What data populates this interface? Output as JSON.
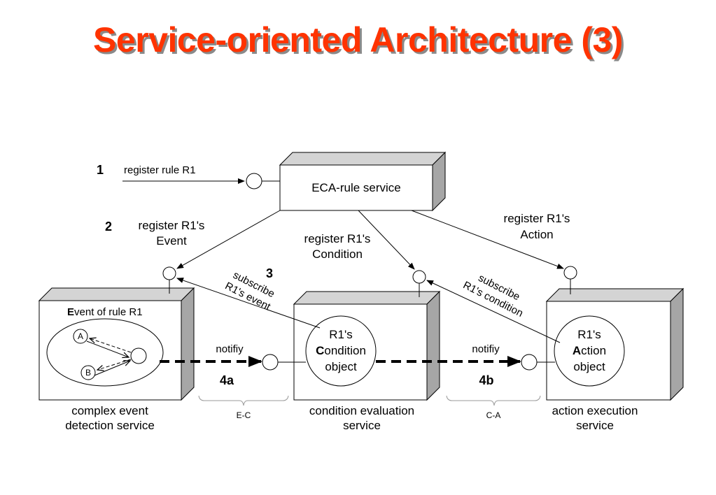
{
  "title": "Service-oriented Architecture (3)",
  "colors": {
    "title": "#ff3300",
    "shadow": "#8a8a8a",
    "box_side": "#a6a6a6",
    "box_top": "#d4d4d4"
  },
  "steps": {
    "s1": "1",
    "s2": "2",
    "s3": "3",
    "s4a": "4a",
    "s4b": "4b"
  },
  "labels": {
    "register_rule": "register rule R1",
    "eca_service": "ECA-rule service",
    "register_event_1": "register R1's",
    "register_event_2": "Event",
    "register_condition_1": "register R1's",
    "register_condition_2": "Condition",
    "register_action_1": "register R1's",
    "register_action_2": "Action",
    "subscribe_event_1": "subscribe",
    "subscribe_event_2": "R1's event",
    "subscribe_condition_1": "subscribe",
    "subscribe_condition_2": "R1's condition",
    "event_of_rule_initial": "E",
    "event_of_rule_rest": "vent of rule R1",
    "node_a": "A",
    "node_b": "B",
    "condition_obj_1": "R1's",
    "condition_obj_2_initial": "C",
    "condition_obj_2_rest": "ondition",
    "condition_obj_3": "object",
    "action_obj_1": "R1's",
    "action_obj_2_initial": "A",
    "action_obj_2_rest": "ction",
    "action_obj_3": "object",
    "notify_1": "notifiy",
    "notify_2": "notifiy",
    "ec": "E-C",
    "ca": "C-A",
    "ced_1": "complex event",
    "ced_2": "detection service",
    "ces_1": "condition evaluation",
    "ces_2": "service",
    "aes_1": "action execution",
    "aes_2": "service"
  }
}
